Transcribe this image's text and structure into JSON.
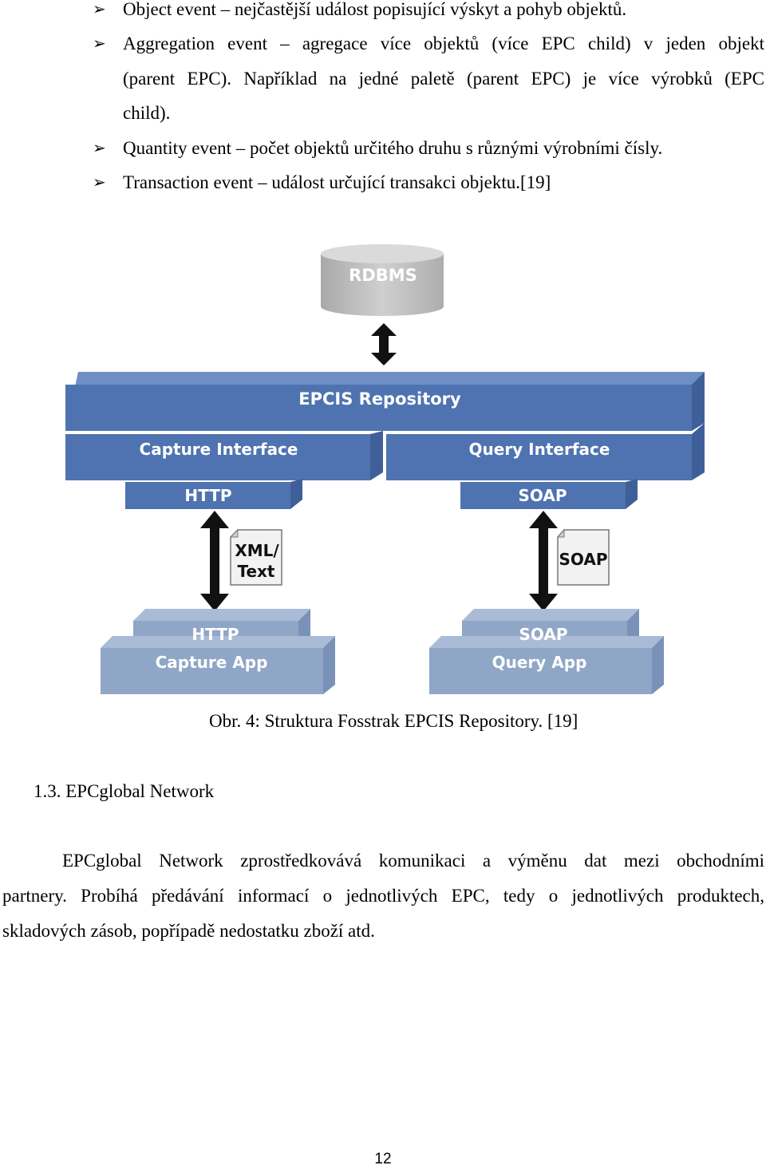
{
  "bullets": [
    {
      "marker": "➢",
      "lines": [
        "Object event – nejčastější událost popisující výskyt a pohyb objektů."
      ]
    },
    {
      "marker": "➢",
      "lines": [
        "Aggregation event – agregace více objektů (více EPC child) v jeden objekt",
        "(parent EPC). Například na jedné paletě (parent EPC) je více výrobků (EPC",
        "child)."
      ]
    },
    {
      "marker": "➢",
      "lines": [
        "Quantity event – počet objektů určitého druhu s různými výrobními čísly."
      ]
    },
    {
      "marker": "➢",
      "lines": [
        "Transaction event – událost určující transakci objektu.[19]"
      ]
    }
  ],
  "diagram": {
    "rdbms": "RDBMS",
    "repository": "EPCIS Repository",
    "capture_interface": "Capture Interface",
    "query_interface": "Query Interface",
    "http_top": "HTTP",
    "soap_top": "SOAP",
    "xml_doc_line1": "XML/",
    "xml_doc_line2": "Text",
    "soap_doc": "SOAP",
    "http_bottom": "HTTP",
    "capture_app": "Capture App",
    "soap_bottom": "SOAP",
    "query_app": "Query App"
  },
  "caption": "Obr. 4: Struktura Fosstrak EPCIS Repository. [19]",
  "section_heading": "1.3. EPCglobal Network",
  "paragraph": {
    "line1": "EPCglobal Network zprostředkovává komunikaci a výměnu dat mezi obchodními",
    "line2": "partnery. Probíhá předávání informací o jednotlivých EPC, tedy o jednotlivých produktech,",
    "line3": "skladových zásob, popřípadě nedostatku zboží atd."
  },
  "page_number": "12",
  "colors": {
    "repository_blue": "#4f73b0",
    "app_blue": "#8fa6c7",
    "rdbms_grey": "#c2c2c2",
    "arrow": "#111111"
  }
}
